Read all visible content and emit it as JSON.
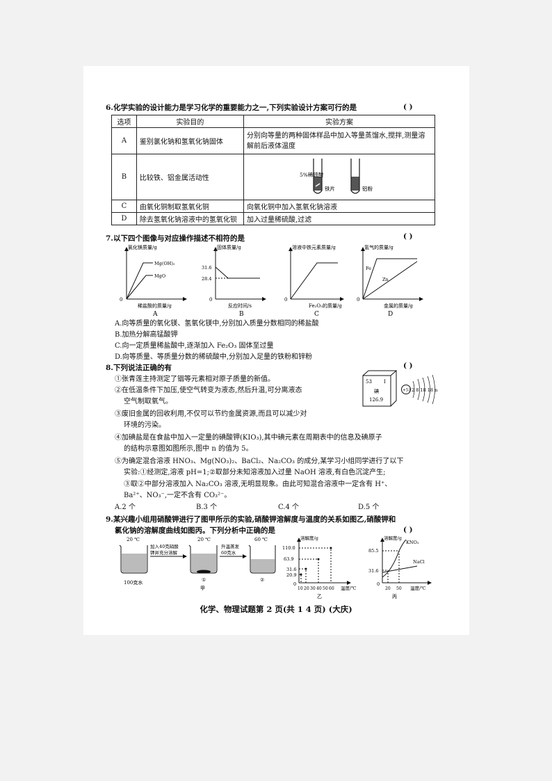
{
  "q6": {
    "text": "6.化学实验的设计能力是学习化学的重要能力之一,下列实验设计方案可行的是",
    "paren": "(        )",
    "headers": [
      "选项",
      "实验目的",
      "实验方案"
    ],
    "rows": [
      {
        "option": "A",
        "purpose": "鉴别氯化钠和氢氧化钠固体",
        "plan": "分别向等量的两种固体样品中加入等量蒸馏水,搅拌,测量溶解前后液体温度"
      },
      {
        "option": "B",
        "purpose": "比较铁、铝金属活动性",
        "plan": ""
      },
      {
        "option": "C",
        "purpose": "由氧化铜制取氢氧化铜",
        "plan": "向氧化铜中加入氢氧化钠溶液"
      },
      {
        "option": "D",
        "purpose": "除去氢氧化钠溶液中的氢氧化钡",
        "plan": "加入过量稀硫酸,过滤"
      }
    ],
    "b_figure": {
      "acid_label": "5%稀硫酸",
      "iron_label": "铁片",
      "al_label": "铝粉"
    }
  },
  "q7": {
    "text": "7.以下四个图像与对应操作描述不相符的是",
    "paren": "(        )",
    "graphs": {
      "A": {
        "ylabel": "氯化镁质量/g",
        "xlabel": "稀盐酸的质量/g",
        "letter": "A",
        "origin": "0",
        "series": [
          "Mg(OH)₂",
          "MgO"
        ]
      },
      "B": {
        "ylabel": "固体质量/g",
        "xlabel": "反应时间/s",
        "letter": "B",
        "origin": "0",
        "ticks": [
          "31.6",
          "28.4"
        ]
      },
      "C": {
        "ylabel": "溶液中铁元素质量/g",
        "xlabel": "Fe₂O₃的质量/g",
        "letter": "C",
        "origin": "0"
      },
      "D": {
        "ylabel": "氢气的质量/g",
        "xlabel": "金属的质量/g",
        "letter": "D",
        "origin": "0",
        "series": [
          "Fe",
          "Zn"
        ]
      }
    },
    "options": [
      "A.向等质量的氧化镁、氢氧化镁中,分别加入质量分数相同的稀盐酸",
      "B.加热分解高锰酸钾",
      "C.向一定质量稀盐酸中,逐渐加入 Fe₂O₃ 固体至过量",
      "D.向等质量、等质量分数的稀硫酸中,分别加入足量的铁粉和锌粉"
    ]
  },
  "q8": {
    "text": "8.下列说法正确的有",
    "paren": "(        )",
    "items": [
      "①张青莲主持测定了铟等元素相对原子质量的新值。",
      "②在低温条件下加压,使空气转变为液态,然后升温,可分离液态",
      "空气制取氧气。",
      "③废旧金属的回收利用,不仅可以节约金属资源,而且可以减少对",
      "环境的污染。",
      "④加碘盐是在食盐中加入一定量的碘酸钾(KIO₃),其中碘元素在周期表中的信息及碘原子",
      "的结构示意图如图所示,图中 n 的值为 5。",
      "⑤为确定混合溶液 HNO₃、Mg(NO₃)₂、BaCl₂、Na₂CO₃ 的成分,某学习小组同学进行了以下",
      "实验:①经测定,溶液 pH=1;②取部分未知溶液加入过量 NaOH 溶液,有白色沉淀产生;",
      "③取②中部分溶液加入 Na₂CO₃ 溶液,无明显现象。由此可知混合溶液中一定含有 H⁺、",
      "Ba²⁺、NO₃⁻,一定不含有 CO₃²⁻。"
    ],
    "element": {
      "number": "53",
      "symbol": "I",
      "name": "碘",
      "mass": "126.9"
    },
    "atom": {
      "nucleus": "+53",
      "shells": "2 8 18 18 n"
    },
    "choices": [
      "A.2 个",
      "B.3 个",
      "C.4 个",
      "D.5 个"
    ]
  },
  "q9": {
    "text_line1": "9.某兴趣小组用硝酸钾进行了图甲所示的实验,硝酸钾溶解度与温度的关系如图乙,硝酸钾和",
    "text_line2": "氯化钠的溶解度曲线如图丙。下列分析中正确的是",
    "paren": "(        )",
    "jia": {
      "temp1": "20 ℃",
      "temp2": "20 ℃",
      "temp3": "60 ℃",
      "step1": "加入40克硝酸",
      "step1b": "钾并充分溶解",
      "step2": "升温蒸发",
      "step2b": "60克水",
      "water": "100克水",
      "label1": "①",
      "label2": "②",
      "caption": "甲"
    },
    "yi": {
      "ylabel": "溶解度/g",
      "xlabel": "温度/℃",
      "caption": "乙",
      "yticks": [
        "110.0",
        "63.9",
        "31.6",
        "20.9"
      ],
      "xticks": [
        "10",
        "20",
        "30",
        "40",
        "50",
        "60"
      ],
      "origin": "0"
    },
    "bing": {
      "ylabel": "溶解度/g",
      "xlabel": "温度/℃",
      "caption": "丙",
      "yticks": [
        "85.5",
        "31.6"
      ],
      "xticks": [
        "20",
        "50"
      ],
      "origin": "0",
      "series": [
        "KNO₃",
        "NaCl"
      ]
    }
  },
  "footer": "化学、物理试题第 2 页(共 1 4 页)    (大庆)"
}
